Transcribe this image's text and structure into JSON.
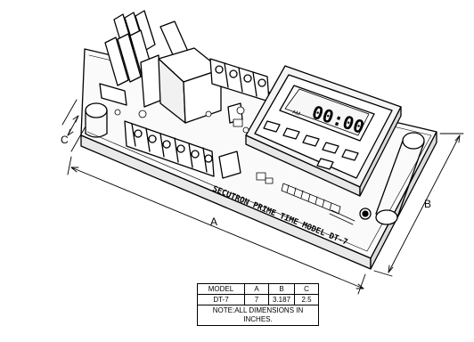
{
  "figure": {
    "dimension_labels": {
      "a": "A",
      "b": "B",
      "c": "C"
    },
    "board_print": "SECUTRON PRIME TIME MODEL DT-7",
    "lcd_readout": "00:00",
    "lcd_indicator": "AM"
  },
  "spec_table": {
    "headers": {
      "model": "MODEL",
      "a": "A",
      "b": "B",
      "c": "C"
    },
    "row": {
      "model": "DT-7",
      "a": "7",
      "b": "3.187",
      "c": "2.5"
    },
    "note": "NOTE:ALL DIMENSIONS IN INCHES."
  }
}
